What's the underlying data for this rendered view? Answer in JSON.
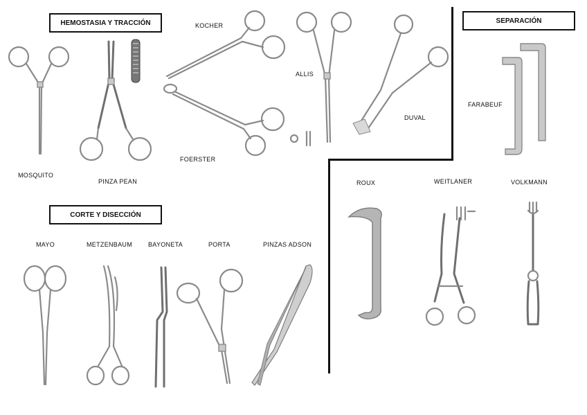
{
  "sections": {
    "hemostasia": "HEMOSTASIA Y TRACCIÓN",
    "corte": "CORTE Y DISECCIÓN",
    "separacion": "SEPARACIÓN"
  },
  "labels": {
    "kocher": "KOCHER",
    "allis": "ALLIS",
    "duval": "DUVAL",
    "farabeuf": "FARABEUF",
    "foerster": "FOERSTER",
    "mosquito": "MOSQUITO",
    "pinza_pean": "PINZA PEAN",
    "roux": "ROUX",
    "weitlaner": "WEITLANER",
    "volkmann": "VOLKMANN",
    "mayo": "MAYO",
    "metzenbaum": "METZENBAUM",
    "bayoneta": "BAYONETA",
    "porta": "PORTA",
    "pinzas_adson": "PINZAS ADSON"
  }
}
